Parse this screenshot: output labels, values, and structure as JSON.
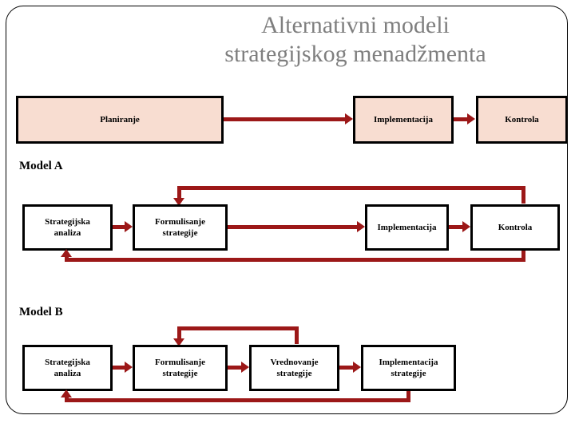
{
  "slide": {
    "title": "Alternativni modeli\nstrategijskog menadžmenta",
    "title_color": "#7f7f7f",
    "background": "#ffffff",
    "frame_color": "#000000"
  },
  "colors": {
    "arrow": "#9c1818",
    "box_border": "#000000",
    "box_fill_peach": "#f8ddd1",
    "box_fill_white": "#ffffff"
  },
  "rows": {
    "generic": {
      "boxes": [
        {
          "label": "Planiranje"
        },
        {
          "label": "Implementacija"
        },
        {
          "label": "Kontrola"
        }
      ]
    },
    "model_a": {
      "label": "Model A",
      "boxes": [
        {
          "label": "Strategijska\nanaliza"
        },
        {
          "label": "Formulisanje\nstrategije"
        },
        {
          "label": "Implementacija"
        },
        {
          "label": "Kontrola"
        }
      ]
    },
    "model_b": {
      "label": "Model B",
      "boxes": [
        {
          "label": "Strategijska\nanaliza"
        },
        {
          "label": "Formulisanje\nstrategije"
        },
        {
          "label": "Vrednovanje\nstrategije"
        },
        {
          "label": "Implementacija\nstrategije"
        }
      ]
    }
  }
}
